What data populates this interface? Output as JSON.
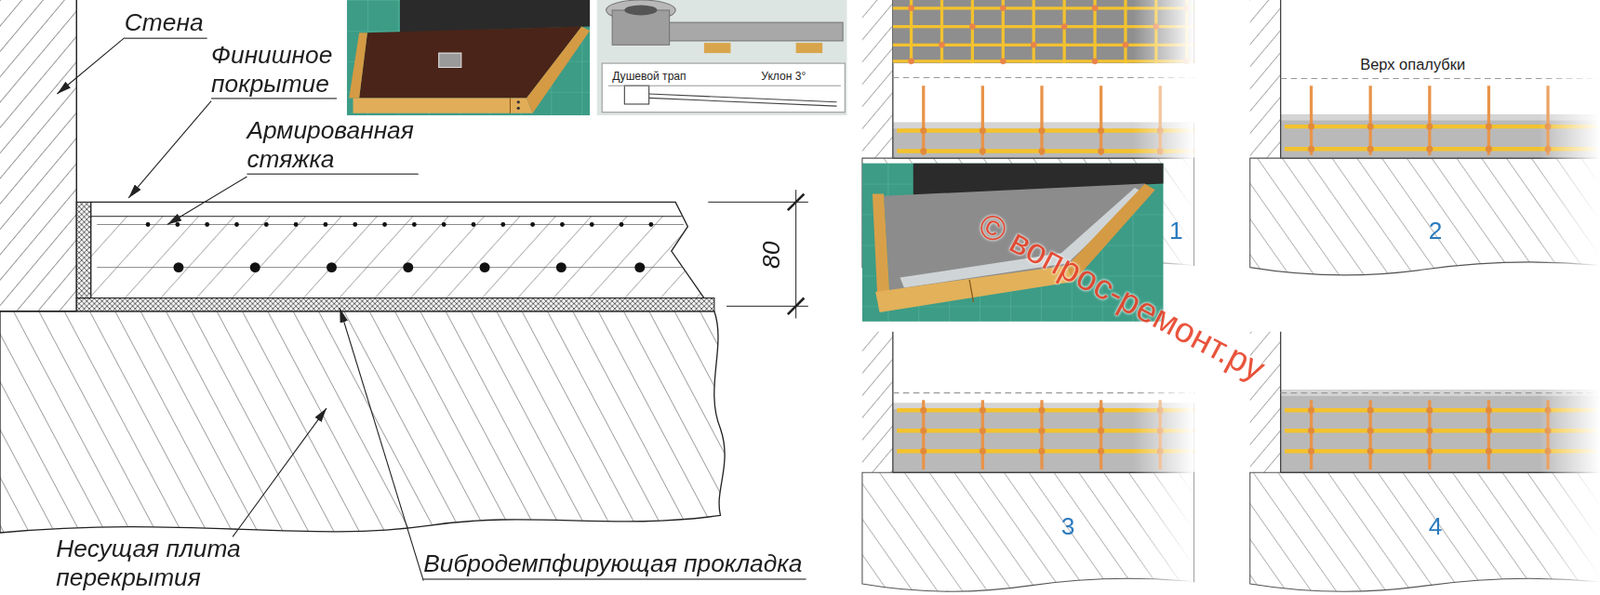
{
  "diagram": {
    "labels": [
      "Стена",
      "Финишное покрытие",
      "Армированная стяжка",
      "80",
      "Несущая плита перекрытия",
      "Вибродемпфирующая прокладка",
      "Душевой трап",
      "Уклон 3°",
      "Верх опалубки",
      "1",
      "2",
      "3",
      "4",
      "© вопрос-ремонт.ру"
    ]
  }
}
